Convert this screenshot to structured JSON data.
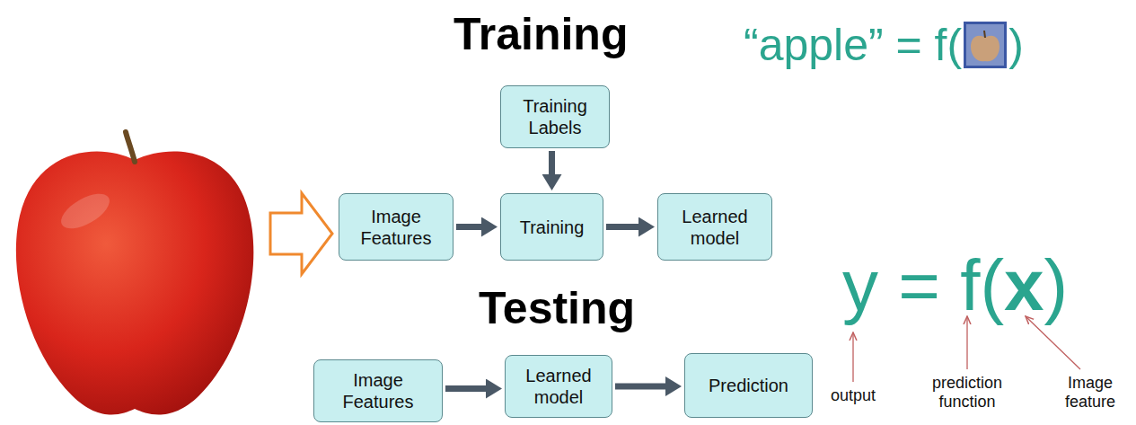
{
  "diagram": {
    "nodes": [
      {
        "text": [
          "Training Labels"
        ]
      },
      {
        "text": [
          "Image Features"
        ]
      },
      {
        "text": [
          "Training"
        ]
      },
      {
        "text": [
          "Learned model"
        ]
      },
      {
        "text": [
          "Image Features"
        ]
      },
      {
        "text": [
          "Learned model"
        ]
      },
      {
        "text": [
          "Prediction"
        ]
      }
    ],
    "edges": [
      {
        "from": 0,
        "to": 2,
        "arrow": "to"
      },
      {
        "from": 1,
        "to": 2,
        "arrow": "to"
      },
      {
        "from": 2,
        "to": 3,
        "arrow": "to"
      },
      {
        "from": 4,
        "to": 5,
        "arrow": "to"
      },
      {
        "from": 5,
        "to": 6,
        "arrow": "to"
      }
    ],
    "labels": [
      "Training",
      "“apple” = f(",
      ")",
      "Testing",
      "y = f(",
      "x",
      ")",
      "output",
      "prediction function",
      "Image feature"
    ]
  }
}
